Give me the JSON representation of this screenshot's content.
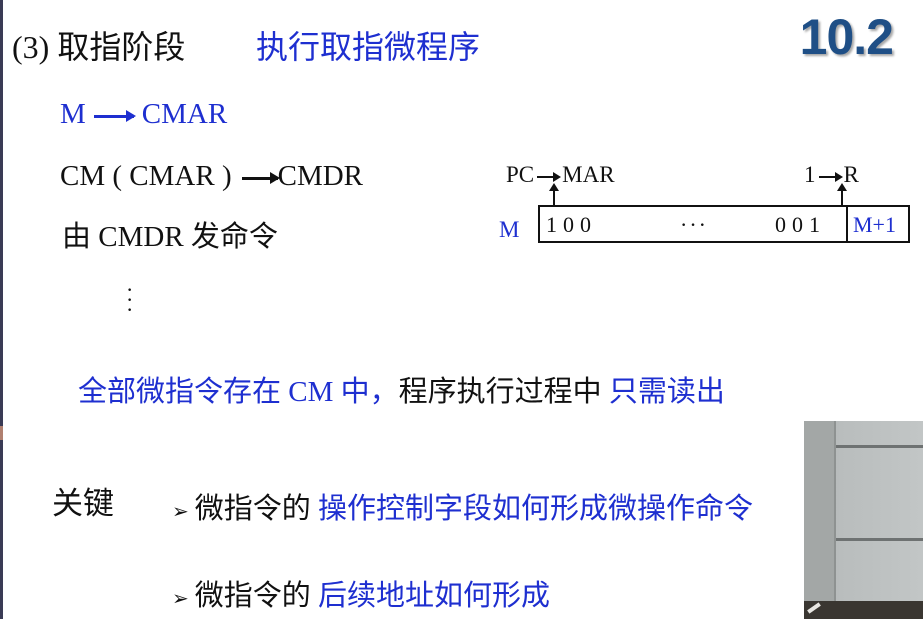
{
  "slide": {
    "section_number": "10.2",
    "title": {
      "prefix": "(3) 取指阶段",
      "suffix": "执行取指微程序"
    },
    "steps": [
      {
        "left": "M",
        "right": "CMAR",
        "color": "#1e2fd0"
      },
      {
        "left": "CM ( CMAR )",
        "right": "CMDR",
        "color": "#111111"
      }
    ],
    "command_line": "由 CMDR 发命令",
    "vertical_ellipsis": "⋮",
    "microinstruction_diagram": {
      "address_label": "M",
      "left_bits": "100",
      "middle": "···",
      "right_bits": "001",
      "next_address": "M+1",
      "left_op": {
        "from": "PC",
        "to": "MAR"
      },
      "right_op": {
        "from": "1",
        "to": "R"
      }
    },
    "summary": {
      "part1": "全部微指令存在 CM 中，",
      "part2": "程序执行过程中 ",
      "part3": "只需读出"
    },
    "key": {
      "label": "关键",
      "bullets": [
        {
          "marker": "➢",
          "prefix": "微指令的 ",
          "highlight": "操作控制字段如何形成微操作命令"
        },
        {
          "marker": "➢",
          "prefix": "微指令的 ",
          "highlight": "后续地址如何形成"
        }
      ]
    }
  },
  "colors": {
    "accent_blue": "#1e2fd0",
    "section_number": "#1f4f86",
    "text": "#111111"
  }
}
